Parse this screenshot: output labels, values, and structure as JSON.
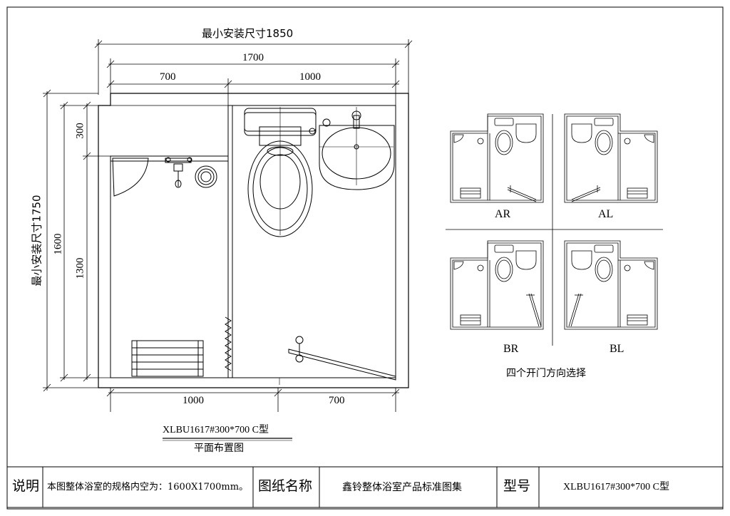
{
  "main_plan": {
    "min_install_width": "最小安装尺寸1850",
    "min_install_height": "最小安装尺寸1750",
    "dim_total_width": "1700",
    "dim_top_left": "700",
    "dim_top_right": "1000",
    "dim_left_300": "300",
    "dim_left_1300": "1300",
    "dim_left_1600": "1600",
    "dim_bottom_left": "1000",
    "dim_bottom_right": "700",
    "model_label": "XLBU1617#300*700 C型",
    "plan_caption": "平面布置图"
  },
  "door_options": {
    "variants": [
      "AR",
      "AL",
      "BR",
      "BL"
    ],
    "caption": "四个开门方向选择"
  },
  "title_block": {
    "notes_label": "说明",
    "notes_text": "本图整体浴室的规格内空为：1600X1700mm。",
    "drawing_name_label": "图纸名称",
    "drawing_name": "鑫铃整体浴室产品标准图集",
    "model_no_label": "型号",
    "model_no": "XLBU1617#300*700 C型"
  }
}
